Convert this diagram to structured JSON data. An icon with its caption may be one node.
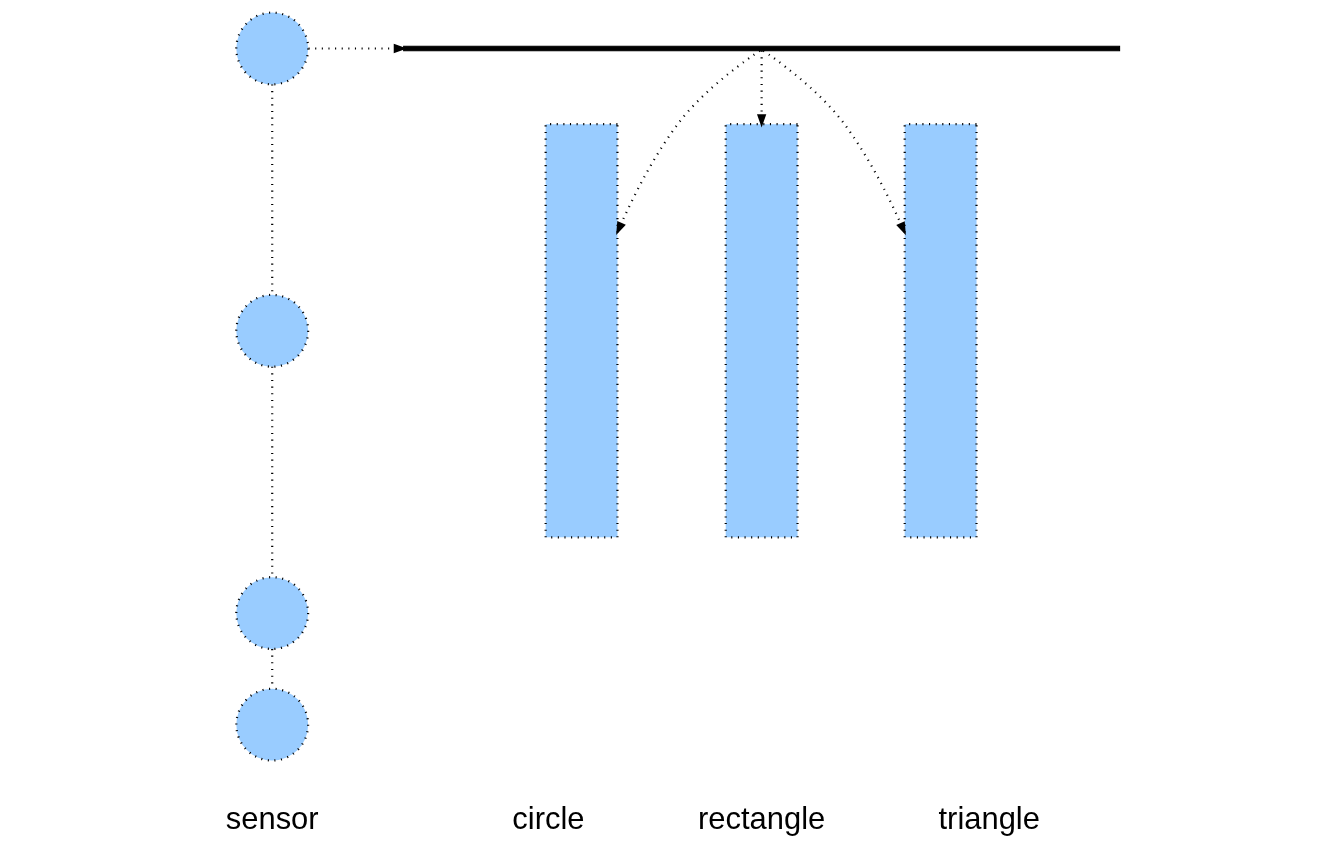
{
  "diagram": {
    "nodes": [
      {
        "text": [],
        "shape": "circle"
      },
      {
        "text": [],
        "shape": "circle"
      },
      {
        "text": [],
        "shape": "circle"
      },
      {
        "text": [],
        "shape": "circle"
      },
      {
        "text": [],
        "shape": "bar"
      },
      {
        "text": [],
        "shape": "box"
      },
      {
        "text": [],
        "shape": "box"
      },
      {
        "text": [],
        "shape": "box"
      }
    ],
    "edges": [
      {
        "from": 0,
        "to": 4,
        "arrow": "to",
        "style": "dashed"
      },
      {
        "from": 4,
        "to": 5,
        "arrow": "to",
        "style": "dashed"
      },
      {
        "from": 4,
        "to": 6,
        "arrow": "to",
        "style": "dashed"
      },
      {
        "from": 4,
        "to": 7,
        "arrow": "to",
        "style": "dashed"
      },
      {
        "from": 0,
        "to": 1,
        "arrow": "none",
        "style": "dashed"
      },
      {
        "from": 1,
        "to": 2,
        "arrow": "none",
        "style": "dashed"
      },
      {
        "from": 2,
        "to": 3,
        "arrow": "none",
        "style": "dashed"
      }
    ],
    "labels": [
      "sensor",
      "circle",
      "rectangle",
      "triangle"
    ]
  }
}
